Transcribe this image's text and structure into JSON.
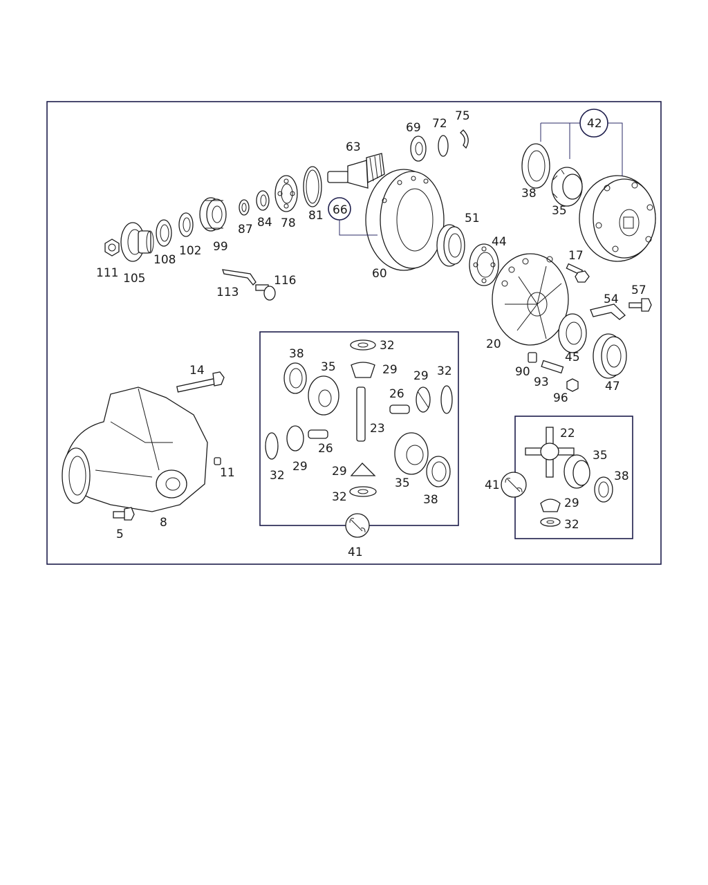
{
  "colors": {
    "frame": "#1c1c4a",
    "line": "#1a1a1a",
    "background": "#ffffff"
  },
  "labels": {
    "p111": "111",
    "p105": "105",
    "p108": "108",
    "p102": "102",
    "p99": "99",
    "p87": "87",
    "p84": "84",
    "p78": "78",
    "p81": "81",
    "p66": "66",
    "p63": "63",
    "p69": "69",
    "p72": "72",
    "p75": "75",
    "p42": "42",
    "p38a": "38",
    "p35a": "35",
    "p60": "60",
    "p51": "51",
    "p44": "44",
    "p17": "17",
    "p113": "113",
    "p116": "116",
    "p54": "54",
    "p57": "57",
    "p20": "20",
    "p45": "45",
    "p90": "90",
    "p93": "93",
    "p96": "96",
    "p47": "47",
    "p14": "14",
    "p11": "11",
    "p5": "5",
    "p8": "8",
    "b38a": "38",
    "b35a": "35",
    "b32a": "32",
    "b29a": "29",
    "b29b": "29",
    "b32b": "32",
    "b26a": "26",
    "b23": "23",
    "b26b": "26",
    "b32c": "32",
    "b29c": "29",
    "b29d": "29",
    "b32d": "32",
    "b35b": "35",
    "b38b": "38",
    "b41": "41",
    "c22": "22",
    "c35": "35",
    "c38": "38",
    "c41": "41",
    "c29": "29",
    "c32": "32"
  },
  "icons": {
    "service_kit": "wrench-icon"
  }
}
